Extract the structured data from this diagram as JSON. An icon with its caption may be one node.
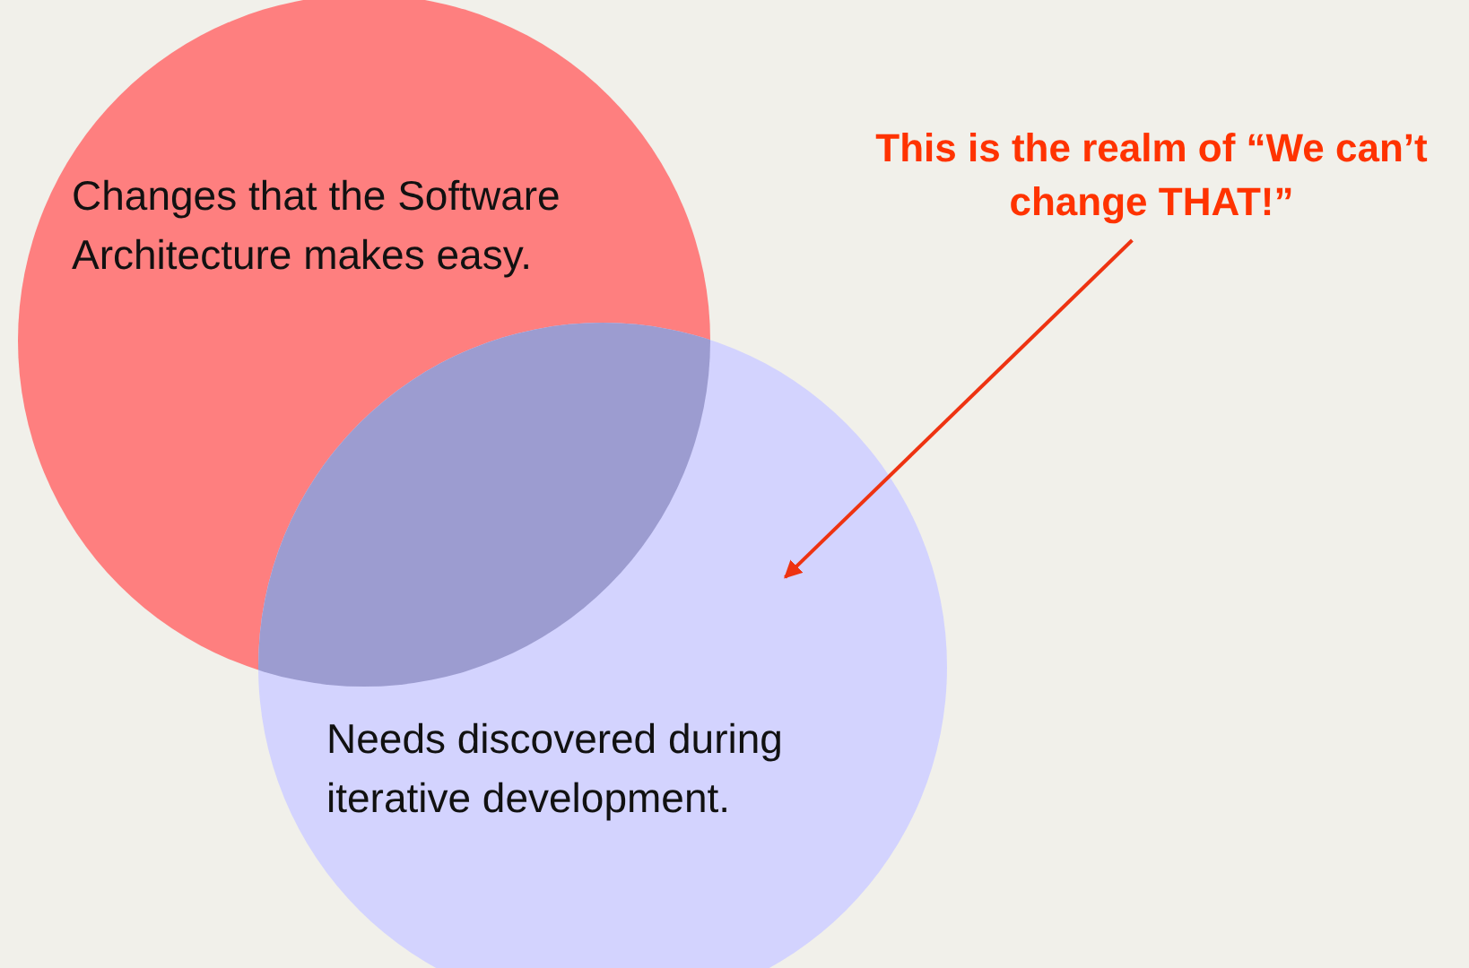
{
  "diagram": {
    "nodes": [
      {
        "text": [
          "Changes that the Software Architecture makes easy."
        ]
      },
      {
        "text": [
          "Needs discovered during iterative development."
        ]
      },
      {
        "text": [
          "This is the realm of “We can’t change THAT!”"
        ]
      }
    ],
    "edges": [
      {
        "from": 2,
        "to": 1,
        "arrow": "to"
      }
    ]
  }
}
